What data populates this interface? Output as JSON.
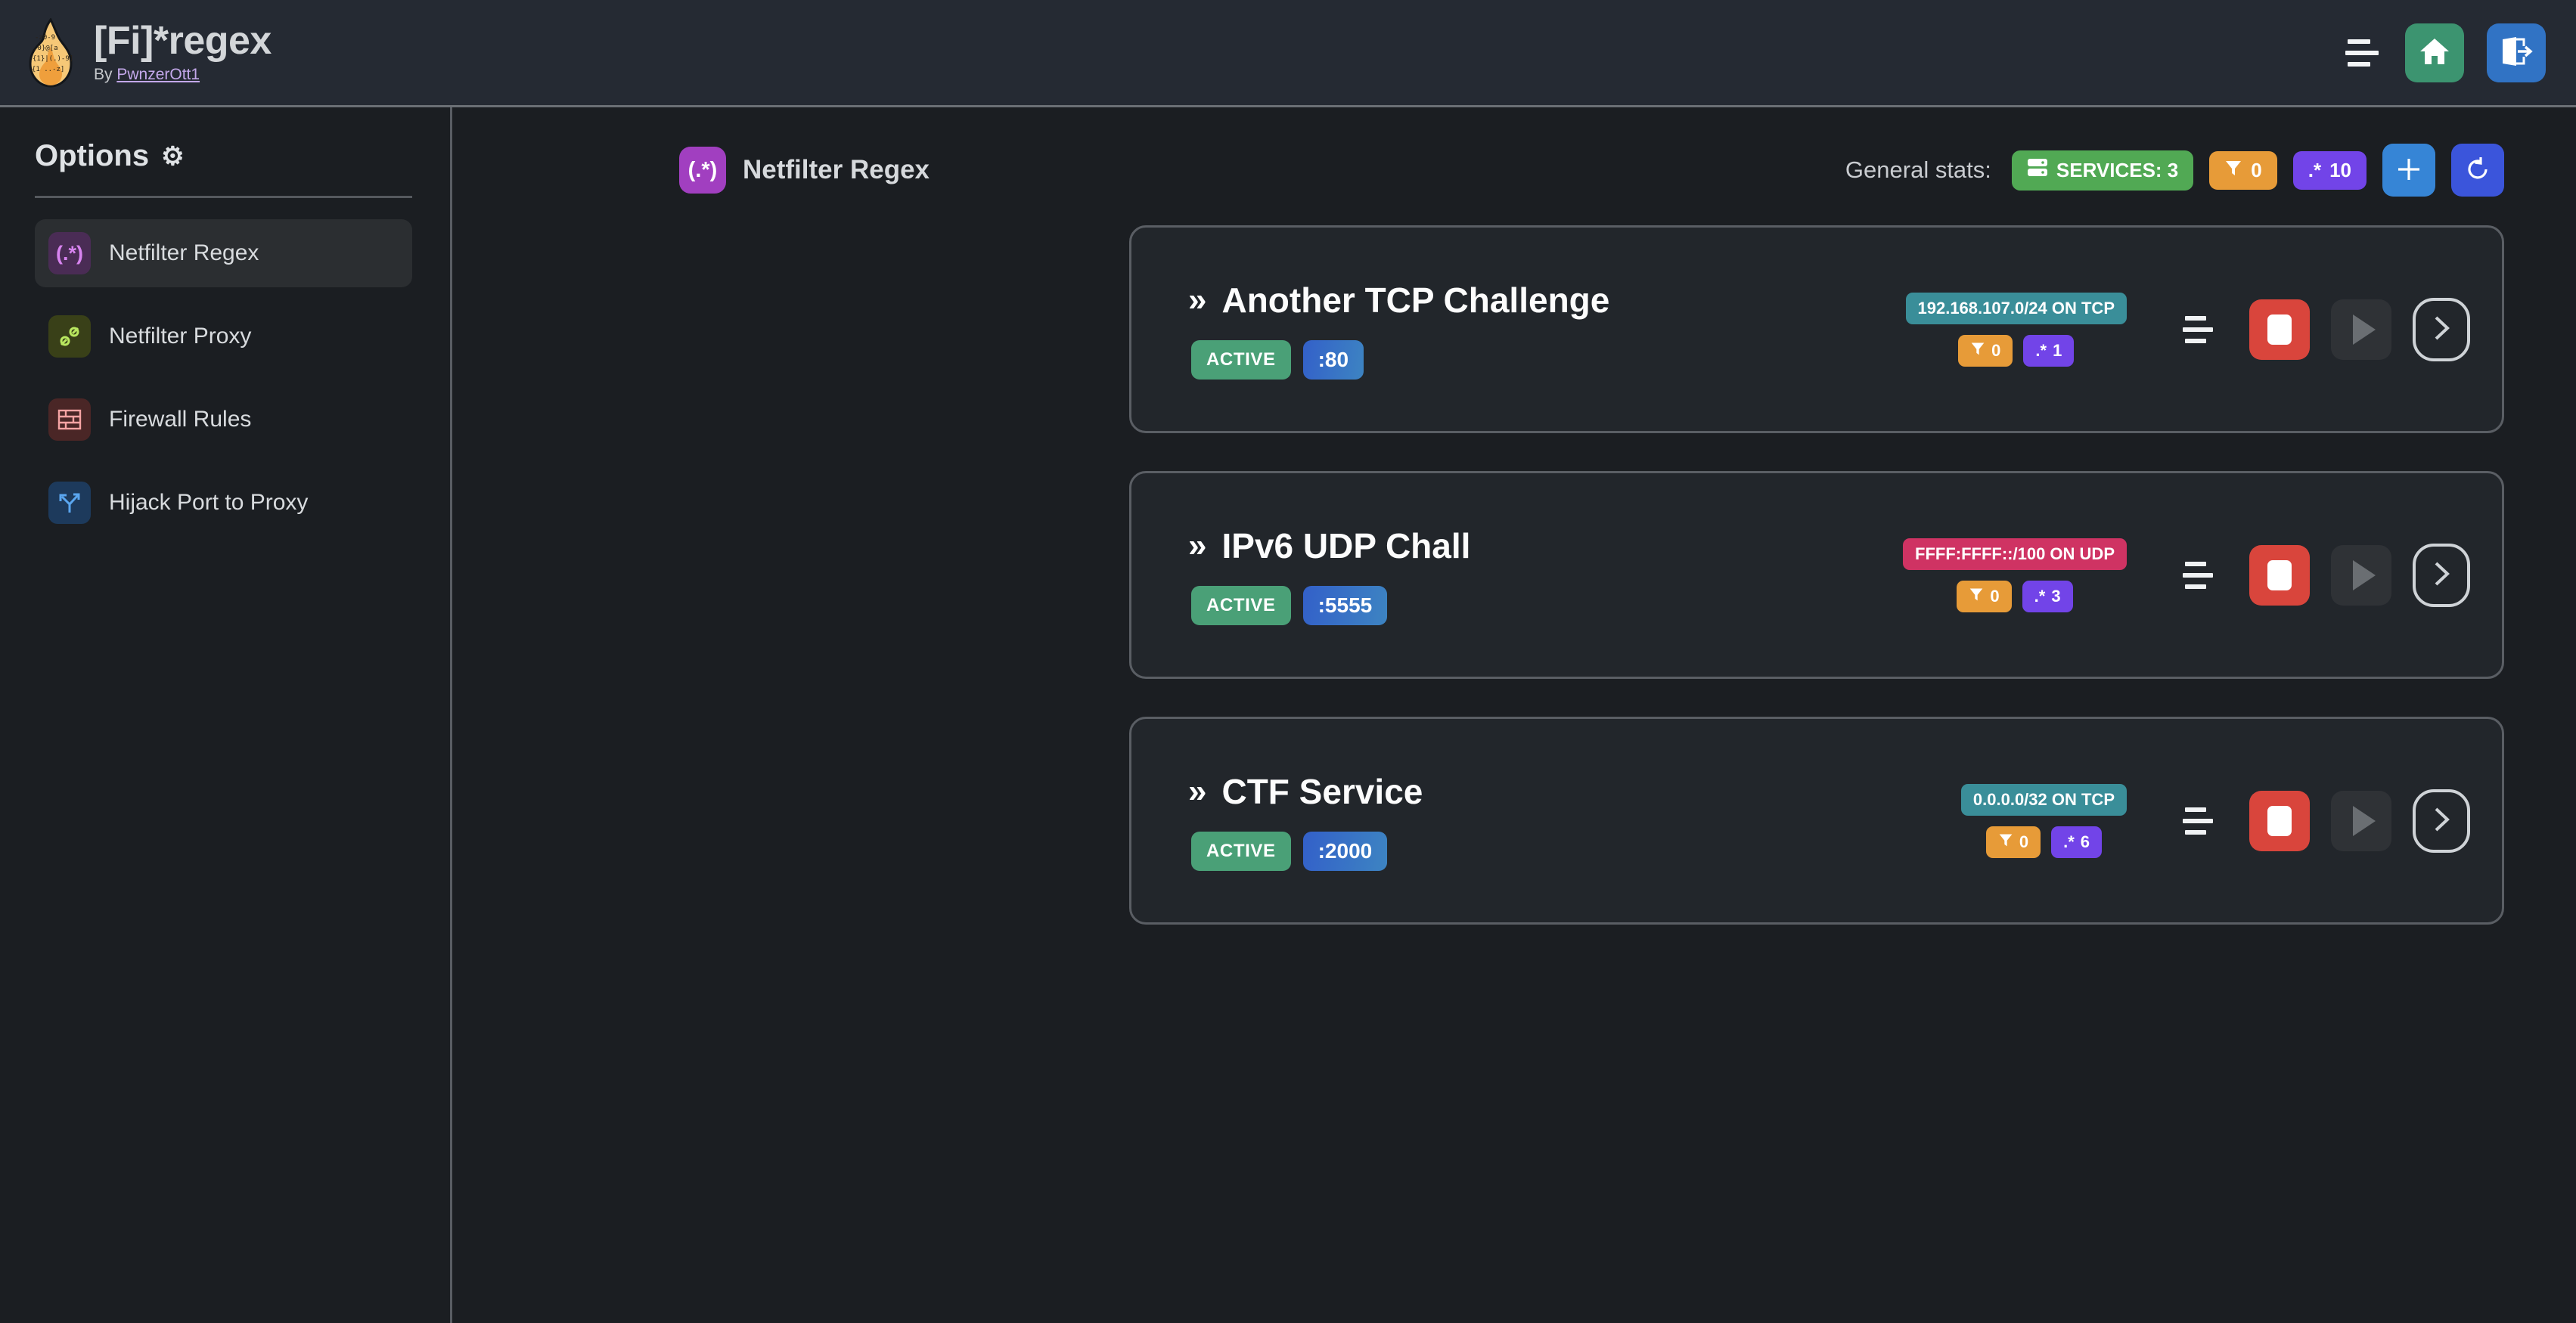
{
  "header": {
    "logo_icon": "flame-regex-logo",
    "title": "[Fi]*regex",
    "byline_prefix": "By ",
    "author": "PwnzerOtt1",
    "menu_icon": "hamburger-icon",
    "home_icon": "home-icon",
    "logout_icon": "logout-icon",
    "background": "#252a33"
  },
  "sidebar": {
    "title": "Options",
    "gear_icon": "gear-icon",
    "items": [
      {
        "label": "Netfilter Regex",
        "icon": "regex-icon",
        "glyph": "(.*)",
        "active": true
      },
      {
        "label": "Netfilter Proxy",
        "icon": "plug-icon",
        "glyph": "",
        "active": false
      },
      {
        "label": "Firewall Rules",
        "icon": "brick-wall-icon",
        "glyph": "",
        "active": false
      },
      {
        "label": "Hijack Port to Proxy",
        "icon": "route-fork-icon",
        "glyph": "",
        "active": false
      }
    ]
  },
  "main": {
    "page_icon": "regex-icon",
    "page_icon_glyph": "(.*)",
    "page_title": "Netfilter Regex",
    "stats_label": "General stats:",
    "stats": {
      "services_icon": "server-stack-icon",
      "services_text": "SERVICES: 3",
      "filter_icon": "filter-icon",
      "filter_count": "0",
      "regex_icon": "regex-dot-star-icon",
      "regex_glyph": ".*",
      "regex_count": "10"
    },
    "add_button_icon": "plus-icon",
    "refresh_button_icon": "refresh-icon",
    "colors": {
      "services_badge": "#51a954",
      "filter_badge": "#e79b38",
      "regex_badge": "#7244e8",
      "add_button": "#3685d6",
      "refresh_button": "#3b55db",
      "stop_button": "#d9453c",
      "card_background": "#22262b",
      "page_background": "#1b1e22"
    }
  },
  "services": [
    {
      "chevron_icon": "double-chevron-right-icon",
      "name": "Another TCP Challenge",
      "status": "ACTIVE",
      "port": ":80",
      "network": "192.168.107.0/24 ON TCP",
      "network_color": "teal",
      "filter_icon": "filter-icon",
      "filter_count": "0",
      "regex_glyph": ".*",
      "regex_count": "1",
      "drag_icon": "drag-handle-icon",
      "stop_icon": "stop-icon",
      "play_icon": "play-icon",
      "open_icon": "chevron-right-icon"
    },
    {
      "chevron_icon": "double-chevron-right-icon",
      "name": "IPv6 UDP Chall",
      "status": "ACTIVE",
      "port": ":5555",
      "network": "FFFF:FFFF::/100 ON UDP",
      "network_color": "crimson",
      "filter_icon": "filter-icon",
      "filter_count": "0",
      "regex_glyph": ".*",
      "regex_count": "3",
      "drag_icon": "drag-handle-icon",
      "stop_icon": "stop-icon",
      "play_icon": "play-icon",
      "open_icon": "chevron-right-icon"
    },
    {
      "chevron_icon": "double-chevron-right-icon",
      "name": "CTF Service",
      "status": "ACTIVE",
      "port": ":2000",
      "network": "0.0.0.0/32 ON TCP",
      "network_color": "teal",
      "filter_icon": "filter-icon",
      "filter_count": "0",
      "regex_glyph": ".*",
      "regex_count": "6",
      "drag_icon": "drag-handle-icon",
      "stop_icon": "stop-icon",
      "play_icon": "play-icon",
      "open_icon": "chevron-right-icon"
    }
  ]
}
